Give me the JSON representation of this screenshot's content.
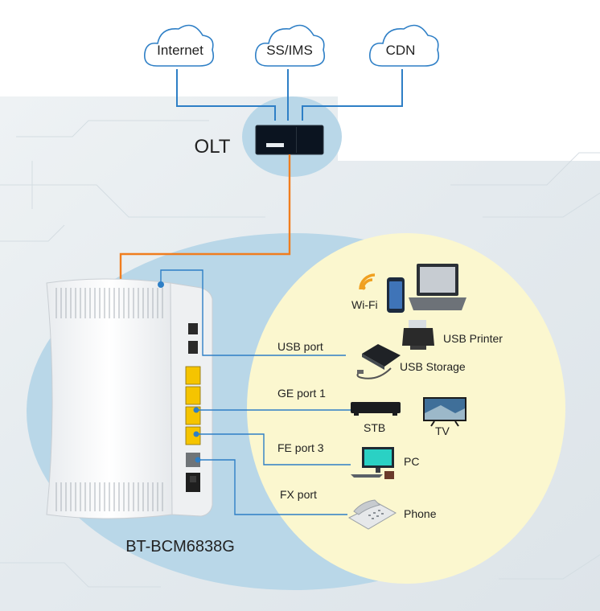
{
  "clouds": {
    "internet": "Internet",
    "ssims": "SS/IMS",
    "cdn": "CDN"
  },
  "olt_label": "OLT",
  "device_name": "BT-BCM6838G",
  "ports": {
    "usb": "USB port",
    "ge": "GE port 1",
    "fe": "FE port 3",
    "fx": "FX port"
  },
  "devices": {
    "wifi": "Wi-Fi",
    "usb_printer": "USB Printer",
    "usb_storage": "USB Storage",
    "stb": "STB",
    "tv": "TV",
    "pc": "PC",
    "phone": "Phone"
  },
  "colors": {
    "cloud_stroke": "#2e7fc6",
    "link_blue": "#2e7fc6",
    "fiber_orange": "#f07d1e",
    "bubble_blue": "#b9d7e8",
    "bubble_yellow": "#fbf7cf",
    "port_yellow": "#f5c400"
  }
}
